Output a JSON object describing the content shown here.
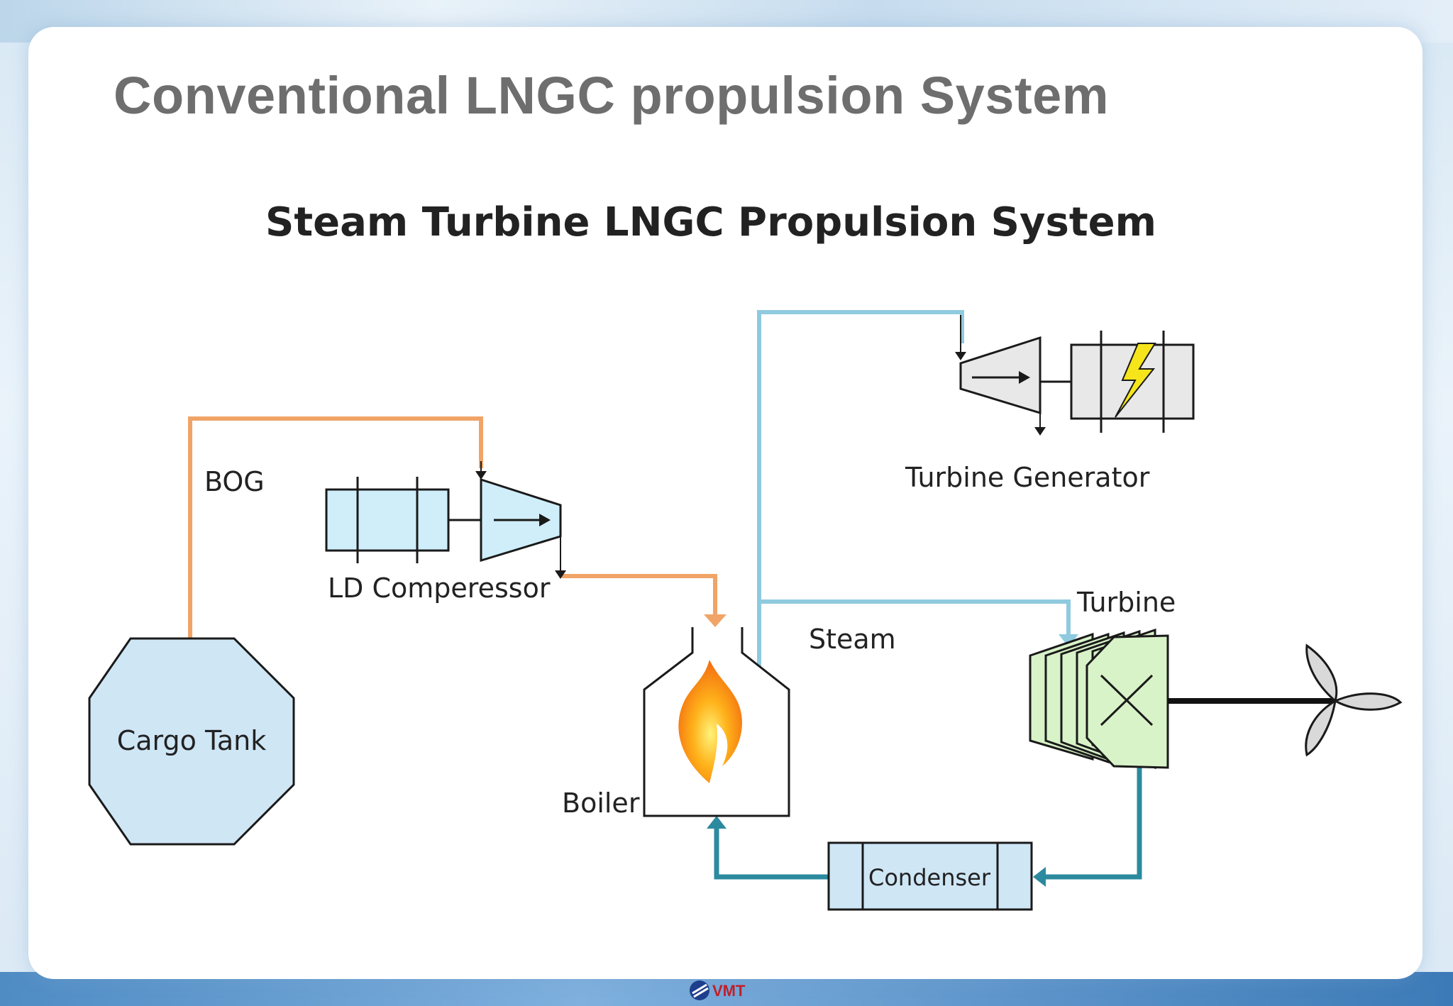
{
  "slide": {
    "title": "Conventional LNGC propulsion System"
  },
  "diagram": {
    "title": "Steam Turbine LNGC Propulsion System",
    "labels": {
      "bog": "BOG",
      "ld_compressor": "LD Comperessor",
      "turbine_generator": "Turbine Generator",
      "turbine": "Turbine",
      "steam": "Steam",
      "cargo_tank": "Cargo Tank",
      "boiler": "Boiler",
      "condenser": "Condenser"
    },
    "colors": {
      "bog_line": "#f0a467",
      "steam_line": "#8fcadf",
      "condensate_line": "#2c8a9e",
      "tank_fill": "#cfe6f5",
      "compressor_fill": "#cfeefa",
      "turbine_fill": "#d8f3c8",
      "generator_fill": "#e8e8e8",
      "bolt": "#f5e51a"
    }
  },
  "logo": {
    "text": "VMT"
  }
}
